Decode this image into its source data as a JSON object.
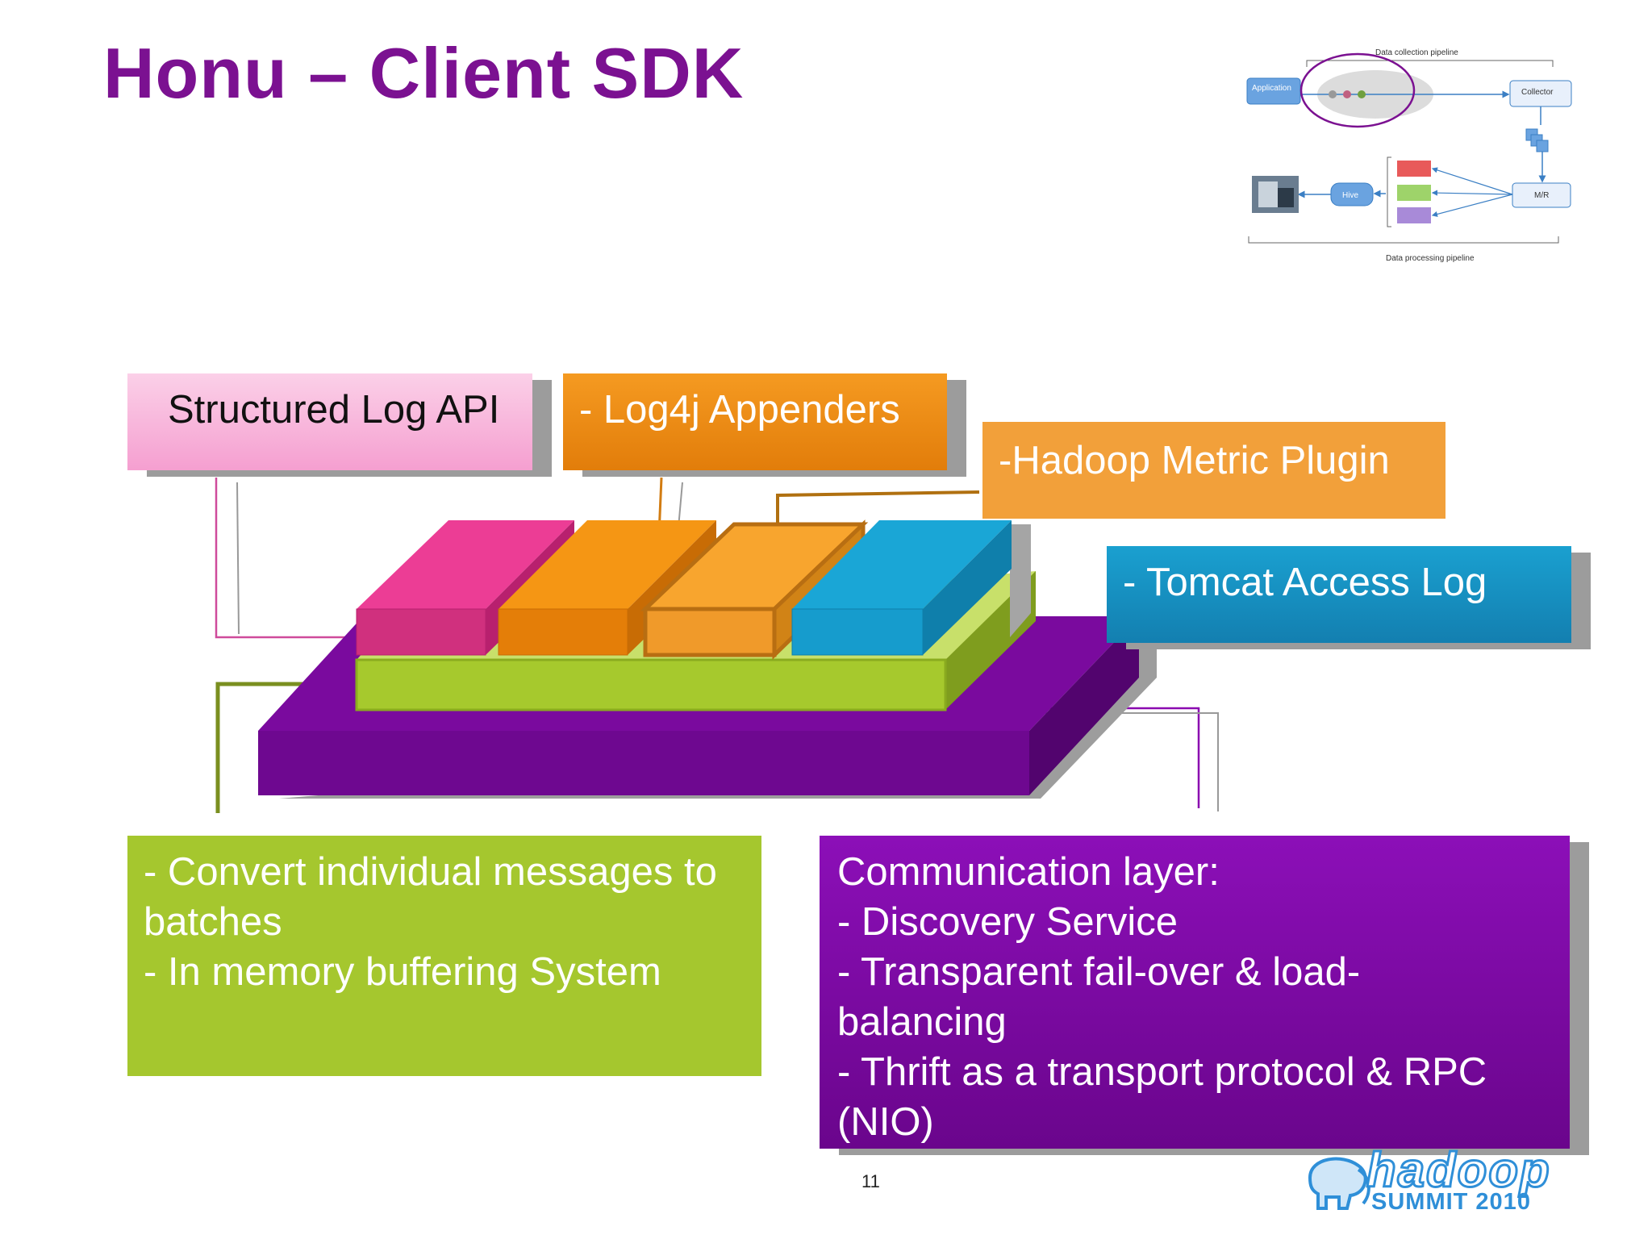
{
  "slide": {
    "title": "Honu – Client SDK",
    "page_number": "11"
  },
  "labels": {
    "structured_log_api": "Structured Log API",
    "log4j_appenders": "- Log4j Appenders",
    "hadoop_metric_plugin": "-Hadoop Metric Plugin",
    "tomcat_access_log": "- Tomcat Access Log"
  },
  "batching_box": {
    "lines": [
      "- Convert individual messages to",
      "batches",
      "- In memory buffering System"
    ]
  },
  "communication_box": {
    "lines": [
      "Communication layer:",
      "- Discovery Service",
      "- Transparent fail-over & load-",
      "balancing",
      "- Thrift as a transport protocol & RPC",
      "(NIO)"
    ]
  },
  "mini_diagram": {
    "top_caption": "Data collection pipeline",
    "bottom_caption": "Data processing pipeline",
    "application": "Application",
    "collector": "Collector",
    "mr": "M/R",
    "hive": "Hive"
  },
  "logo": {
    "word": "hadoop",
    "subtitle": "SUMMIT 2010"
  },
  "colors": {
    "title": "#7b1191",
    "pink": "#e8358f",
    "orange": "#f08c12",
    "light_orange": "#f7a230",
    "blue": "#1aa0d0",
    "green": "#a5c72e",
    "purple": "#7a0a9e"
  }
}
